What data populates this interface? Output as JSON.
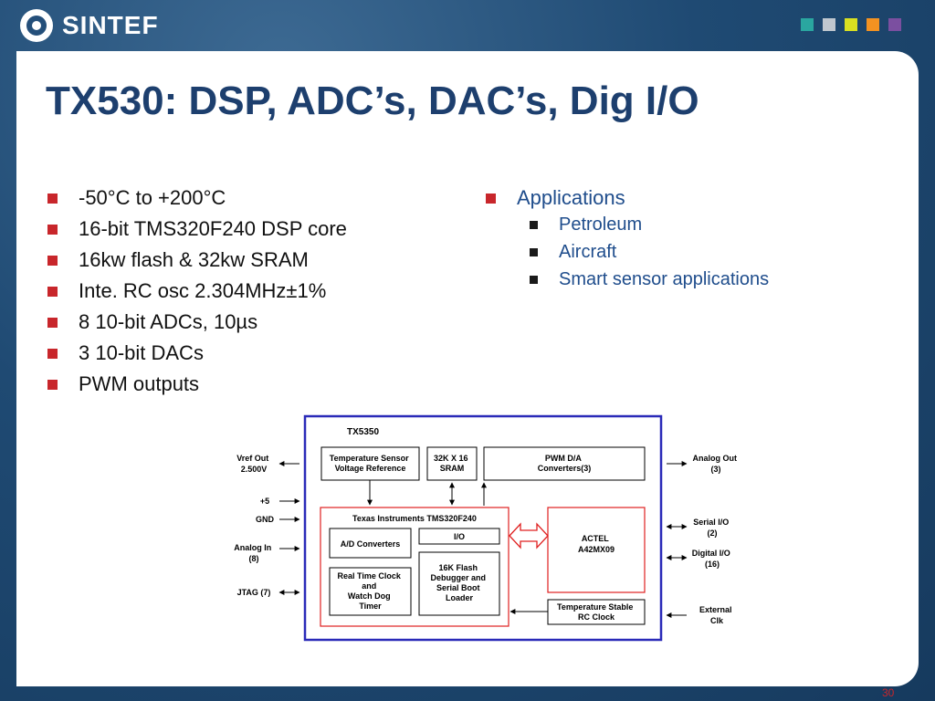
{
  "logo": {
    "text": "SINTEF"
  },
  "header_squares": [
    "#2aa6a0",
    "#bfc7cf",
    "#d9e021",
    "#f39221",
    "#7b4fa0"
  ],
  "title": "TX530: DSP, ADC’s, DAC’s, Dig I/O",
  "left_bullets": [
    "-50°C to +200°C",
    "16-bit TMS320F240 DSP core",
    "16kw flash & 32kw SRAM",
    "Inte. RC osc 2.304MHz±1%",
    "8 10-bit ADCs, 10µs",
    "3 10-bit DACs",
    "PWM outputs"
  ],
  "right_bullets": {
    "label": "Applications",
    "items": [
      "Petroleum",
      "Aircraft",
      "Smart sensor applications"
    ]
  },
  "diagram": {
    "chip_label": "TX5350",
    "blocks": {
      "temp_sensor": [
        "Temperature Sensor",
        "Voltage Reference"
      ],
      "sram": [
        "32K X 16",
        "SRAM"
      ],
      "pwm": [
        "PWM D/A",
        "Converters(3)"
      ],
      "dsp_label": "Texas Instruments TMS320F240",
      "adc": [
        "A/D Converters"
      ],
      "io": [
        "I/O"
      ],
      "rtc": [
        "Real Time Clock",
        "and",
        "Watch Dog",
        "Timer"
      ],
      "flash": [
        "16K Flash",
        "Debugger and",
        "Serial Boot",
        "Loader"
      ],
      "actel": [
        "ACTEL",
        "A42MX09"
      ],
      "rc_clock": [
        "Temperature Stable",
        "RC Clock"
      ]
    },
    "left_signals": {
      "vref": [
        "Vref Out",
        "2.500V"
      ],
      "plus5": [
        "+5"
      ],
      "gnd": [
        "GND"
      ],
      "analog_in": [
        "Analog In",
        "(8)"
      ],
      "jtag": [
        "JTAG (7)"
      ]
    },
    "right_signals": {
      "analog_out": [
        "Analog Out",
        "(3)"
      ],
      "serial_io": [
        "Serial I/O",
        "(2)"
      ],
      "digital_io": [
        "Digital I/O",
        "(16)"
      ],
      "ext_clk": [
        "External",
        "Clk"
      ]
    }
  },
  "page_number": "30"
}
